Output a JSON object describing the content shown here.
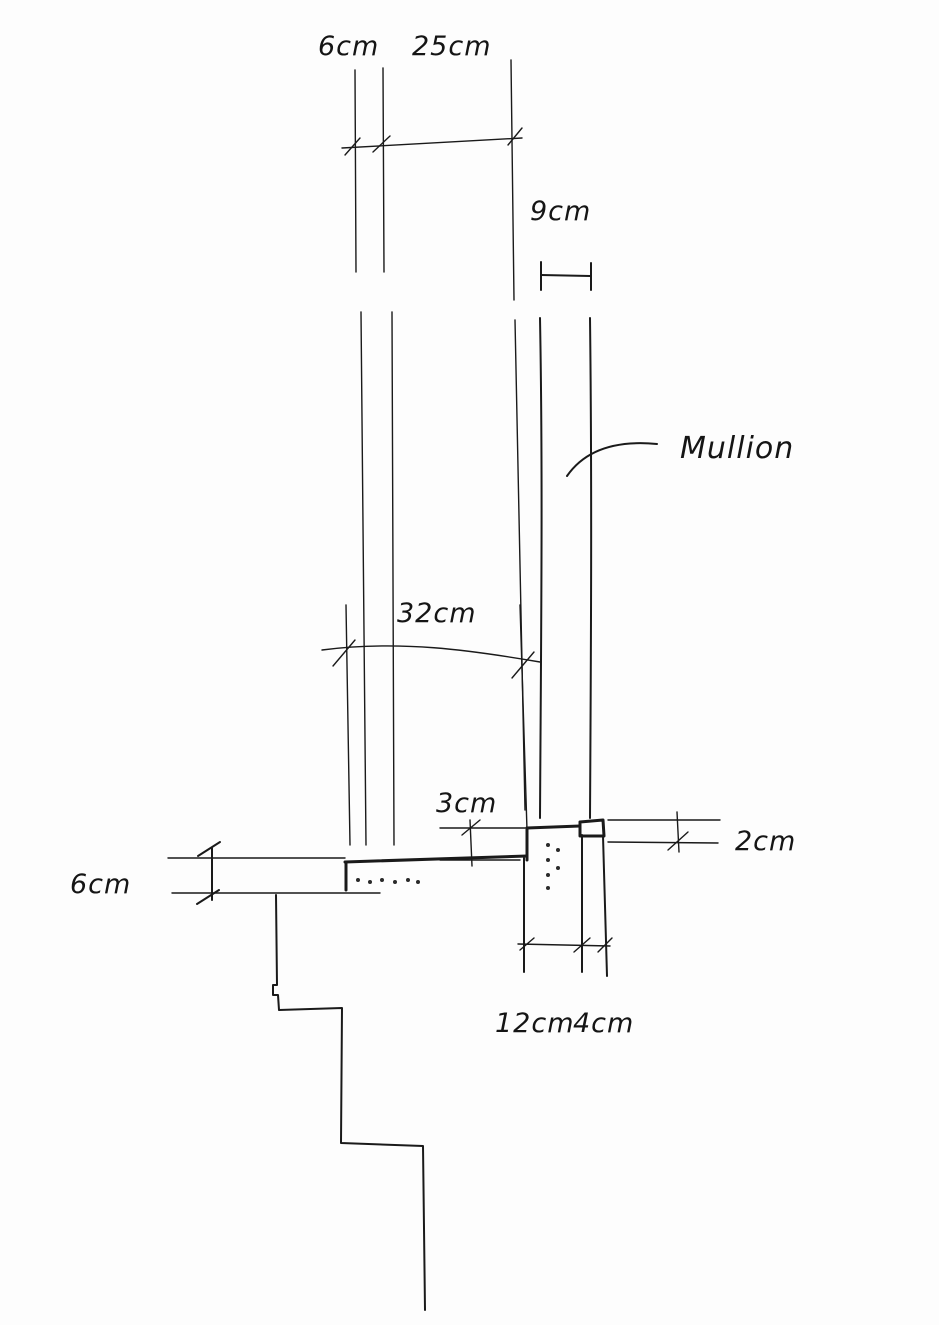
{
  "labels": {
    "dim_6cm_top": "6cm",
    "dim_25cm": "25cm",
    "dim_9cm": "9cm",
    "mullion": "Mullion",
    "dim_32cm": "32cm",
    "dim_3cm": "3cm",
    "dim_2cm": "2cm",
    "dim_6cm_left": "6cm",
    "dim_12cm": "12cm",
    "dim_4cm": "4cm"
  }
}
